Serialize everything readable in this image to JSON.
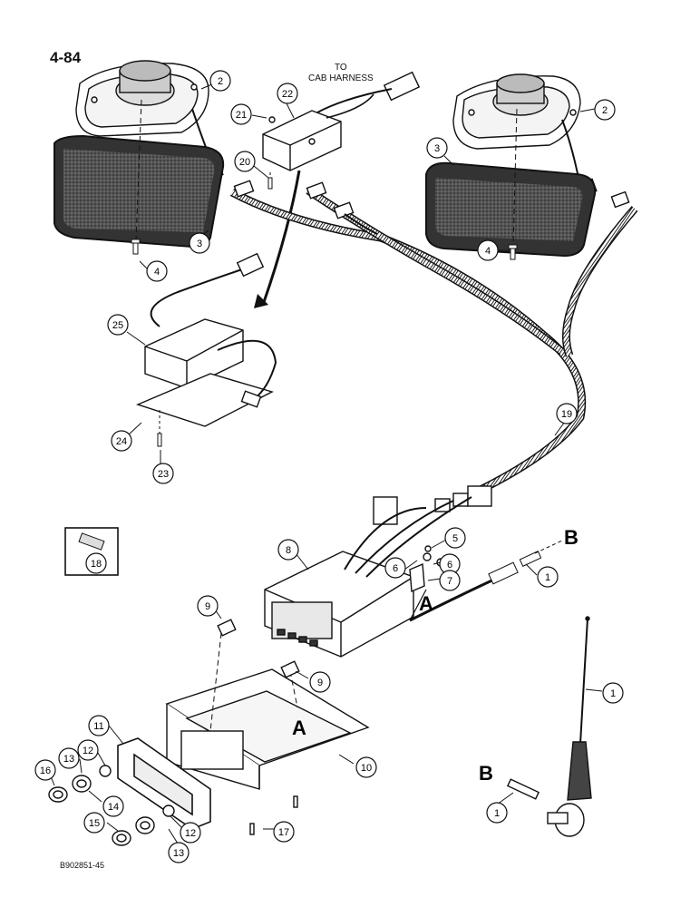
{
  "page": {
    "number": "4-84",
    "catalog": "B902851-45"
  },
  "labels": {
    "to_cab_harness_line1": "TO",
    "to_cab_harness_line2": "CAB HARNESS"
  },
  "letters": {
    "a": "A",
    "b": "B"
  },
  "callouts": [
    {
      "id": "c2-left",
      "text": "2"
    },
    {
      "id": "c3-left",
      "text": "3"
    },
    {
      "id": "c4-left",
      "text": "4"
    },
    {
      "id": "c21",
      "text": "21"
    },
    {
      "id": "c22",
      "text": "22"
    },
    {
      "id": "c20",
      "text": "20"
    },
    {
      "id": "c2-right",
      "text": "2"
    },
    {
      "id": "c3-right",
      "text": "3"
    },
    {
      "id": "c4-right",
      "text": "4"
    },
    {
      "id": "c25",
      "text": "25"
    },
    {
      "id": "c24",
      "text": "24"
    },
    {
      "id": "c23",
      "text": "23"
    },
    {
      "id": "c19",
      "text": "19"
    },
    {
      "id": "c18",
      "text": "18"
    },
    {
      "id": "c8",
      "text": "8"
    },
    {
      "id": "c5",
      "text": "5"
    },
    {
      "id": "c6a",
      "text": "6"
    },
    {
      "id": "c6b",
      "text": "6"
    },
    {
      "id": "c7",
      "text": "7"
    },
    {
      "id": "c1a",
      "text": "1"
    },
    {
      "id": "c9a",
      "text": "9"
    },
    {
      "id": "c9b",
      "text": "9"
    },
    {
      "id": "c1b",
      "text": "1"
    },
    {
      "id": "c11",
      "text": "11"
    },
    {
      "id": "c10",
      "text": "10"
    },
    {
      "id": "c12a",
      "text": "12"
    },
    {
      "id": "c13a",
      "text": "13"
    },
    {
      "id": "c16",
      "text": "16"
    },
    {
      "id": "c14",
      "text": "14"
    },
    {
      "id": "c15",
      "text": "15"
    },
    {
      "id": "c12b",
      "text": "12"
    },
    {
      "id": "c13b",
      "text": "13"
    },
    {
      "id": "c17",
      "text": "17"
    },
    {
      "id": "c1c",
      "text": "1"
    }
  ]
}
